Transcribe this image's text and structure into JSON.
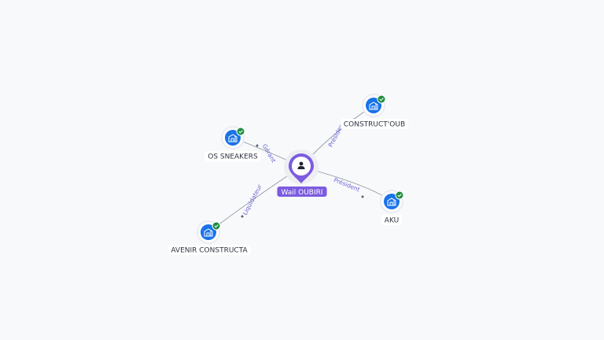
{
  "colors": {
    "company_node": "#1a73e8",
    "company_node_ring": "#ffffff",
    "verified_badge": "#1e8e3e",
    "person_pin": "#7c5ce0",
    "edge": "#8a93a3",
    "edge_label": "#6b63d6"
  },
  "center": {
    "name": "Wail OUBIRI",
    "icon": "person-icon"
  },
  "companies": [
    {
      "id": "c1",
      "name": "CONSTRUCT'OUB",
      "icon": "company-building-icon",
      "verified": true
    },
    {
      "id": "c2",
      "name": "OS SNEAKERS",
      "icon": "company-building-icon",
      "verified": true
    },
    {
      "id": "c3",
      "name": "AKU",
      "icon": "company-building-icon",
      "verified": true
    },
    {
      "id": "c4",
      "name": "AVENIR CONSTRUCTA",
      "icon": "company-building-icon",
      "verified": true
    }
  ],
  "relations": [
    {
      "target": "c1",
      "label": "Président"
    },
    {
      "target": "c2",
      "label": "Gérant"
    },
    {
      "target": "c3",
      "label": "Président"
    },
    {
      "target": "c4",
      "label": "Liquidateur"
    }
  ]
}
